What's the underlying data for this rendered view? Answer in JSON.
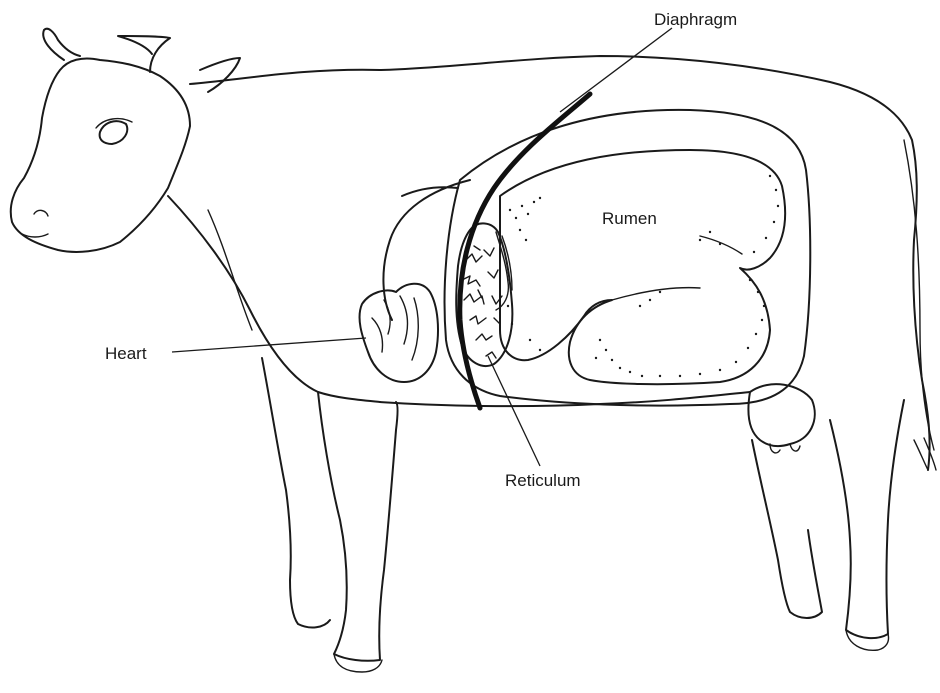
{
  "labels": {
    "diaphragm": "Diaphragm",
    "rumen": "Rumen",
    "heart": "Heart",
    "reticulum": "Reticulum"
  },
  "colors": {
    "ink": "#1a1a1a",
    "background": "#ffffff"
  }
}
